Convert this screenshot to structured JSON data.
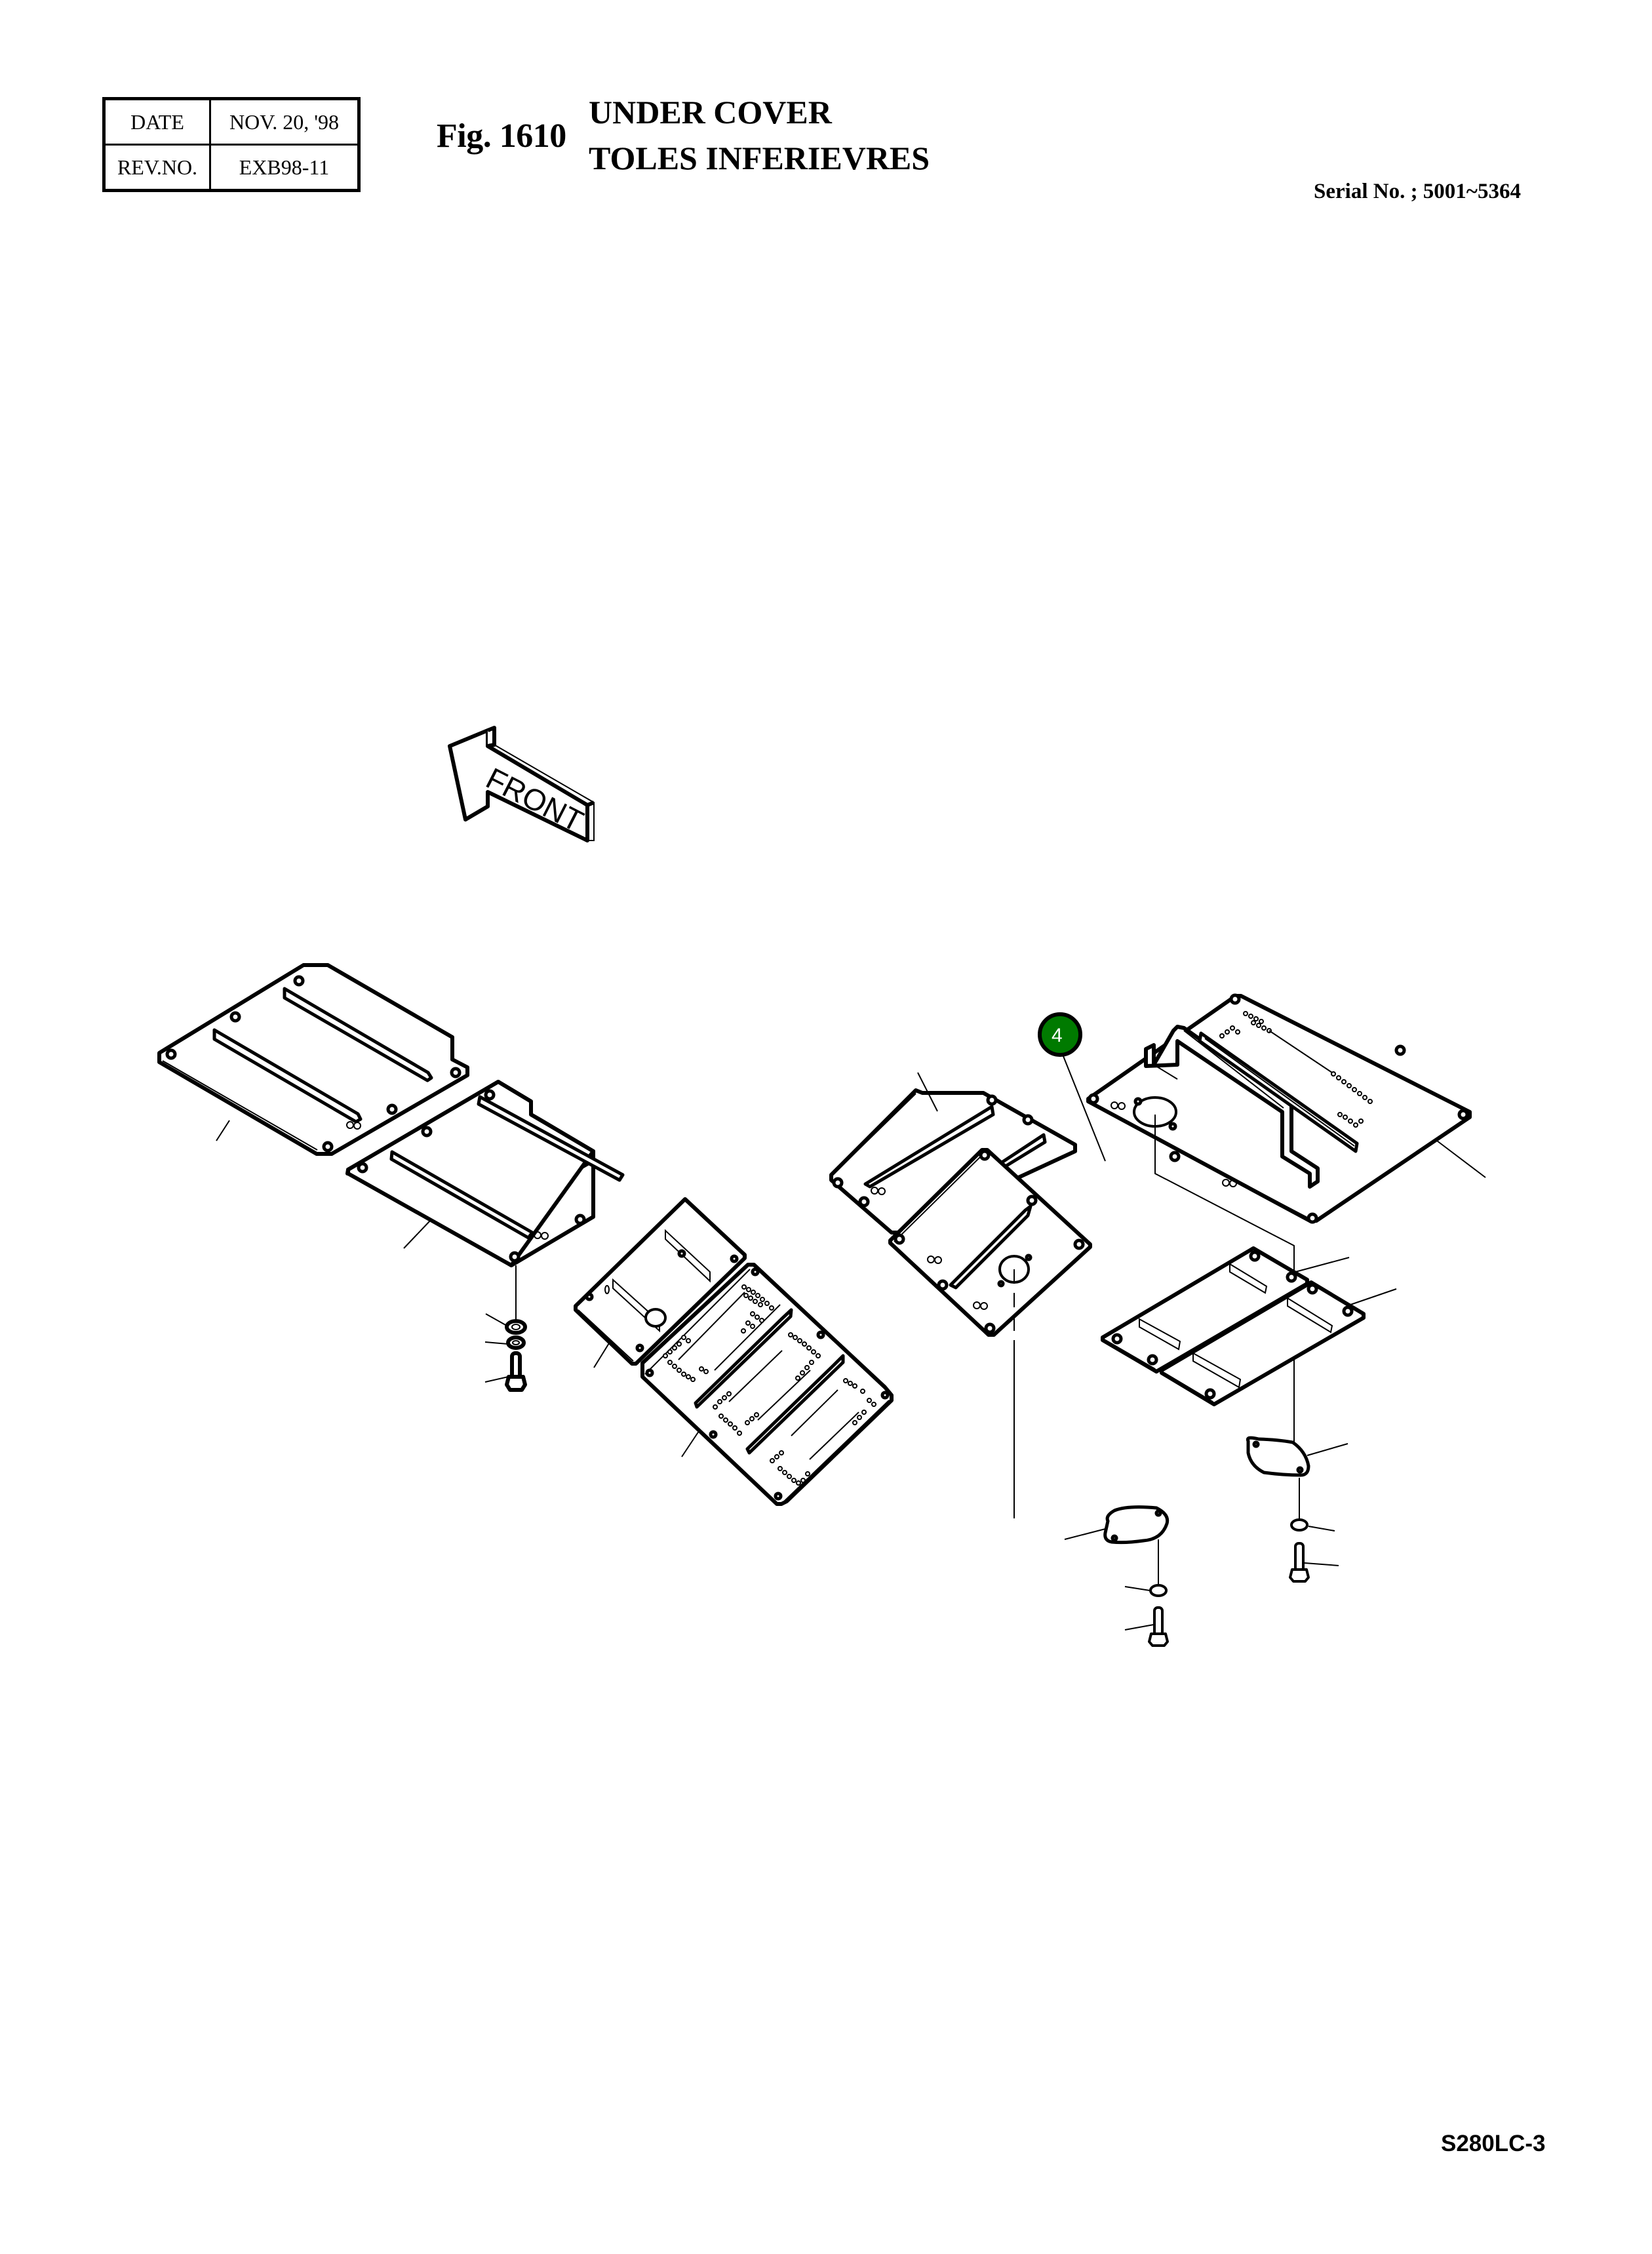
{
  "header": {
    "revision_table": {
      "date_label": "DATE",
      "date_value": "NOV.  20, '98",
      "rev_label": "REV.NO.",
      "rev_value": "EXB98-11"
    },
    "figure_number": "Fig. 1610",
    "title_en": "UNDER COVER",
    "title_fr": "TOLES INFERIEVRES",
    "serial": "Serial No. ; 5001~5364"
  },
  "diagram": {
    "direction_arrow": {
      "label": "FRONT",
      "icon": "arrow-left-isometric-icon"
    },
    "callouts": [
      {
        "number": "4",
        "color": "#007a00",
        "text_color": "#ffffff",
        "target": "under-cover-center-plate-with-hole"
      }
    ],
    "parts": [
      "under-cover-plate-front-left",
      "under-cover-plate-left-rear",
      "under-cover-plate-with-hole-left",
      "under-cover-perforated-plate",
      "under-cover-plate-center-front",
      "under-cover-plate-center-with-hole",
      "under-cover-plate-right-with-bracket",
      "under-cover-small-plate-a",
      "under-cover-small-plate-b",
      "cover-plate-a",
      "cover-plate-b",
      "washer",
      "spring-washer",
      "hex-bolt"
    ],
    "colors": {
      "line": "#000000",
      "background": "#ffffff",
      "callout_fill": "#007a00"
    }
  },
  "footer": {
    "model": "S280LC-3"
  }
}
